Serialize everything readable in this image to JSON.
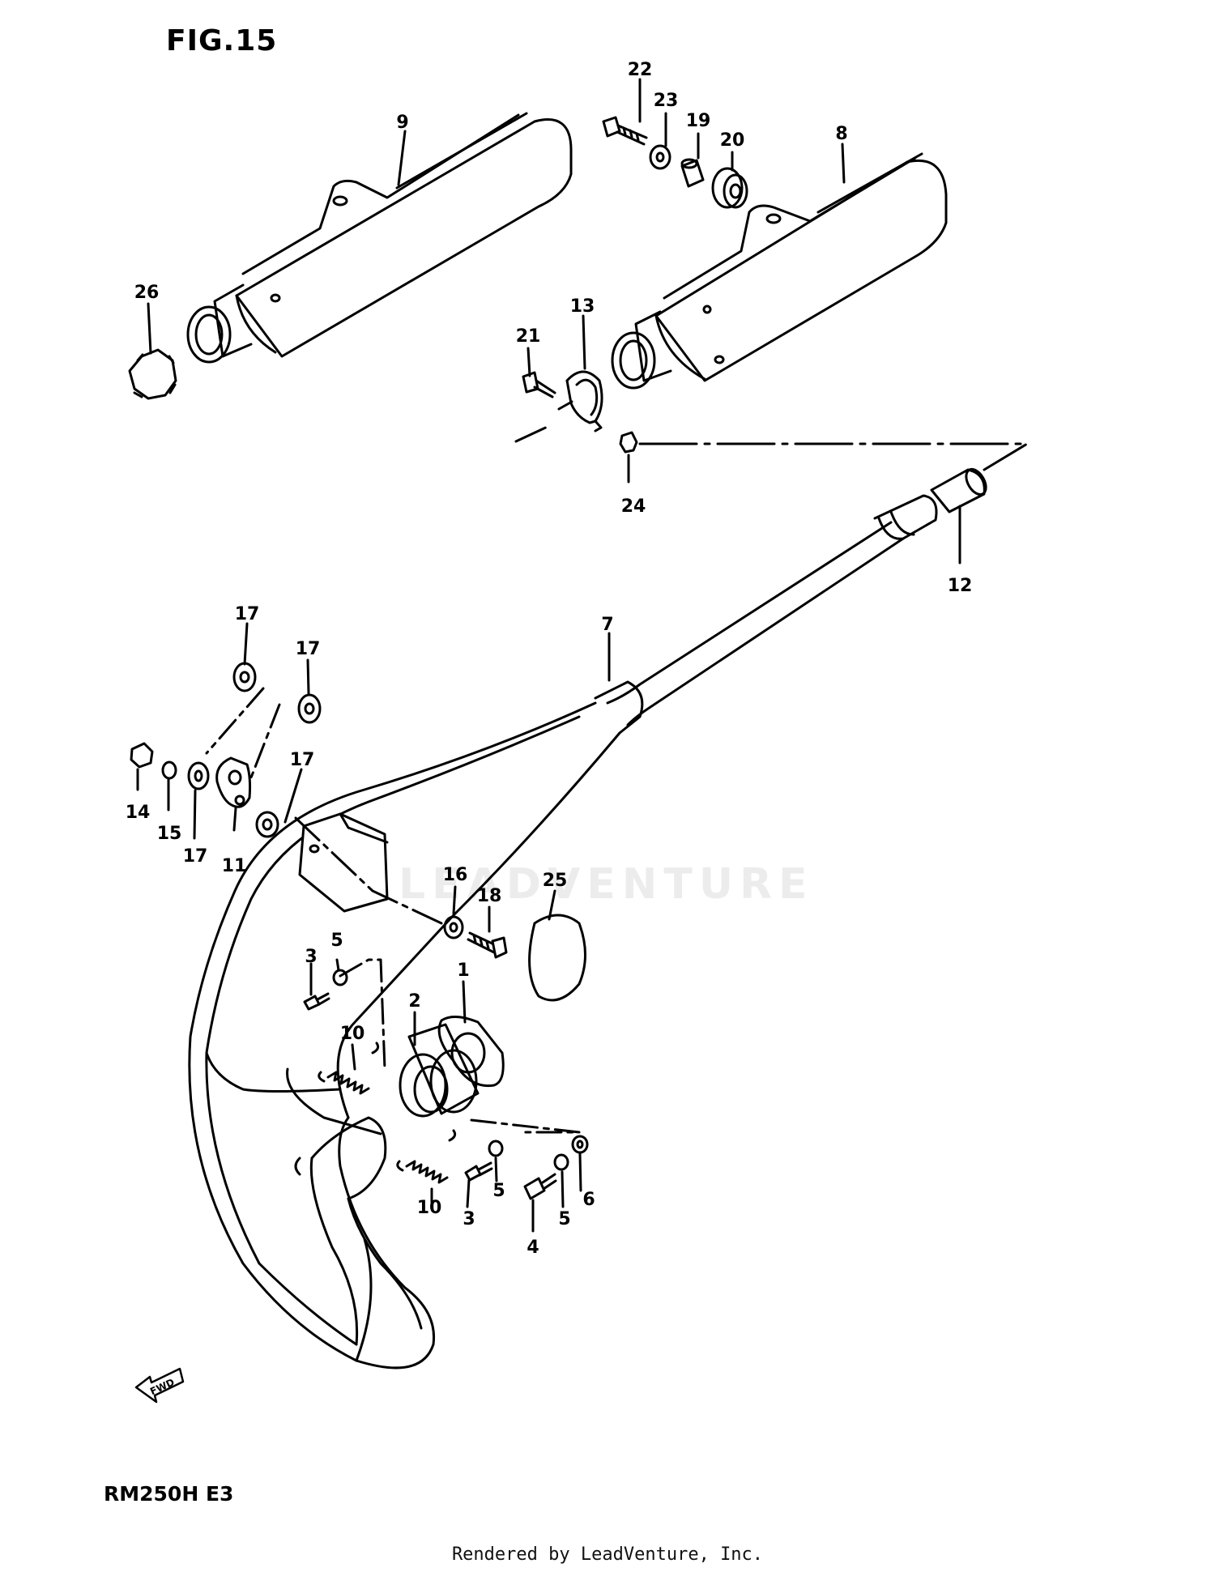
{
  "figure": {
    "title": "FIG.15",
    "model": "RM250H E3",
    "fwd_label": "FWD",
    "watermark": "LEADVENTURE",
    "footer": "Rendered by LeadVenture, Inc."
  },
  "callouts": [
    {
      "id": "c-22",
      "text": "22"
    },
    {
      "id": "c-23",
      "text": "23"
    },
    {
      "id": "c-19",
      "text": "19"
    },
    {
      "id": "c-20",
      "text": "20"
    },
    {
      "id": "c-9",
      "text": "9"
    },
    {
      "id": "c-8",
      "text": "8"
    },
    {
      "id": "c-26",
      "text": "26"
    },
    {
      "id": "c-13",
      "text": "13"
    },
    {
      "id": "c-21",
      "text": "21"
    },
    {
      "id": "c-24",
      "text": "24"
    },
    {
      "id": "c-12",
      "text": "12"
    },
    {
      "id": "c-7",
      "text": "7"
    },
    {
      "id": "c-17a",
      "text": "17"
    },
    {
      "id": "c-17b",
      "text": "17"
    },
    {
      "id": "c-17c",
      "text": "17"
    },
    {
      "id": "c-14",
      "text": "14"
    },
    {
      "id": "c-15",
      "text": "15"
    },
    {
      "id": "c-17d",
      "text": "17"
    },
    {
      "id": "c-11",
      "text": "11"
    },
    {
      "id": "c-16",
      "text": "16"
    },
    {
      "id": "c-18",
      "text": "18"
    },
    {
      "id": "c-25",
      "text": "25"
    },
    {
      "id": "c-3a",
      "text": "3"
    },
    {
      "id": "c-5a",
      "text": "5"
    },
    {
      "id": "c-1",
      "text": "1"
    },
    {
      "id": "c-2",
      "text": "2"
    },
    {
      "id": "c-10a",
      "text": "10"
    },
    {
      "id": "c-10b",
      "text": "10"
    },
    {
      "id": "c-3b",
      "text": "3"
    },
    {
      "id": "c-5b",
      "text": "5"
    },
    {
      "id": "c-4",
      "text": "4"
    },
    {
      "id": "c-5c",
      "text": "5"
    },
    {
      "id": "c-6",
      "text": "6"
    }
  ]
}
